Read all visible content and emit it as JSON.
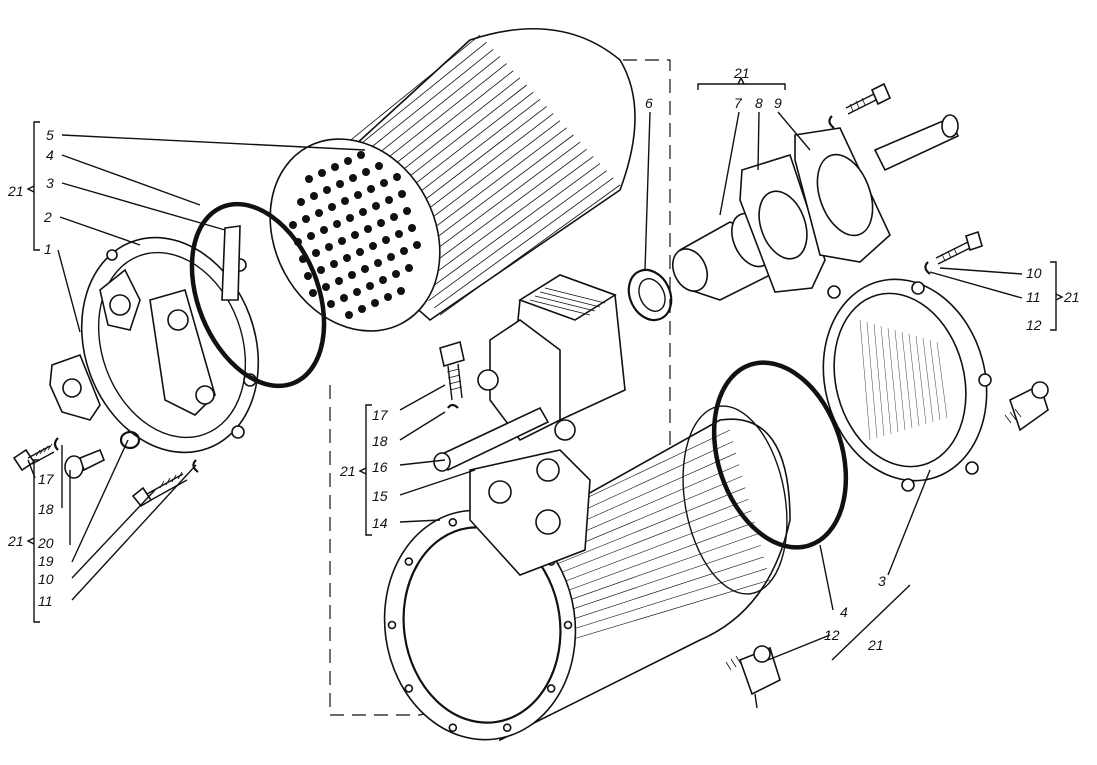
{
  "callouts": {
    "n1": "1",
    "n2": "2",
    "n3": "3",
    "n4": "4",
    "n5": "5",
    "n6": "6",
    "n7": "7",
    "n8": "8",
    "n9": "9",
    "n10": "10",
    "n11": "11",
    "n12": "12",
    "n14": "14",
    "n15": "15",
    "n16": "16",
    "n17": "17",
    "n18": "18",
    "n19": "19",
    "n20": "20",
    "n21": "21"
  }
}
